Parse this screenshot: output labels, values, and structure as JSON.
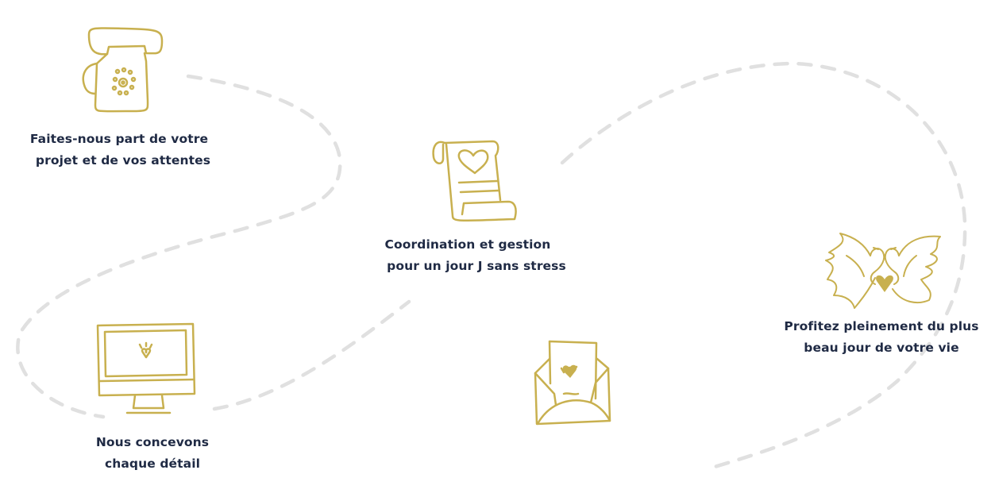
{
  "colors": {
    "accent": "#c8b04f",
    "text": "#1f2a44",
    "path": "#e0e0e0"
  },
  "steps": [
    {
      "icon": "telephone-icon",
      "lines": [
        "Faites-nous part de votre",
        "projet et de vos attentes"
      ]
    },
    {
      "icon": "monitor-icon",
      "lines": [
        "Nous concevons",
        "chaque détail"
      ]
    },
    {
      "icon": "scroll-icon",
      "lines": [
        "Coordination et gestion",
        "pour un jour J sans stress"
      ]
    },
    {
      "icon": "envelope-icon",
      "lines": []
    },
    {
      "icon": "doves-icon",
      "lines": [
        "Profitez pleinement du plus",
        "beau jour de votre vie"
      ]
    }
  ]
}
